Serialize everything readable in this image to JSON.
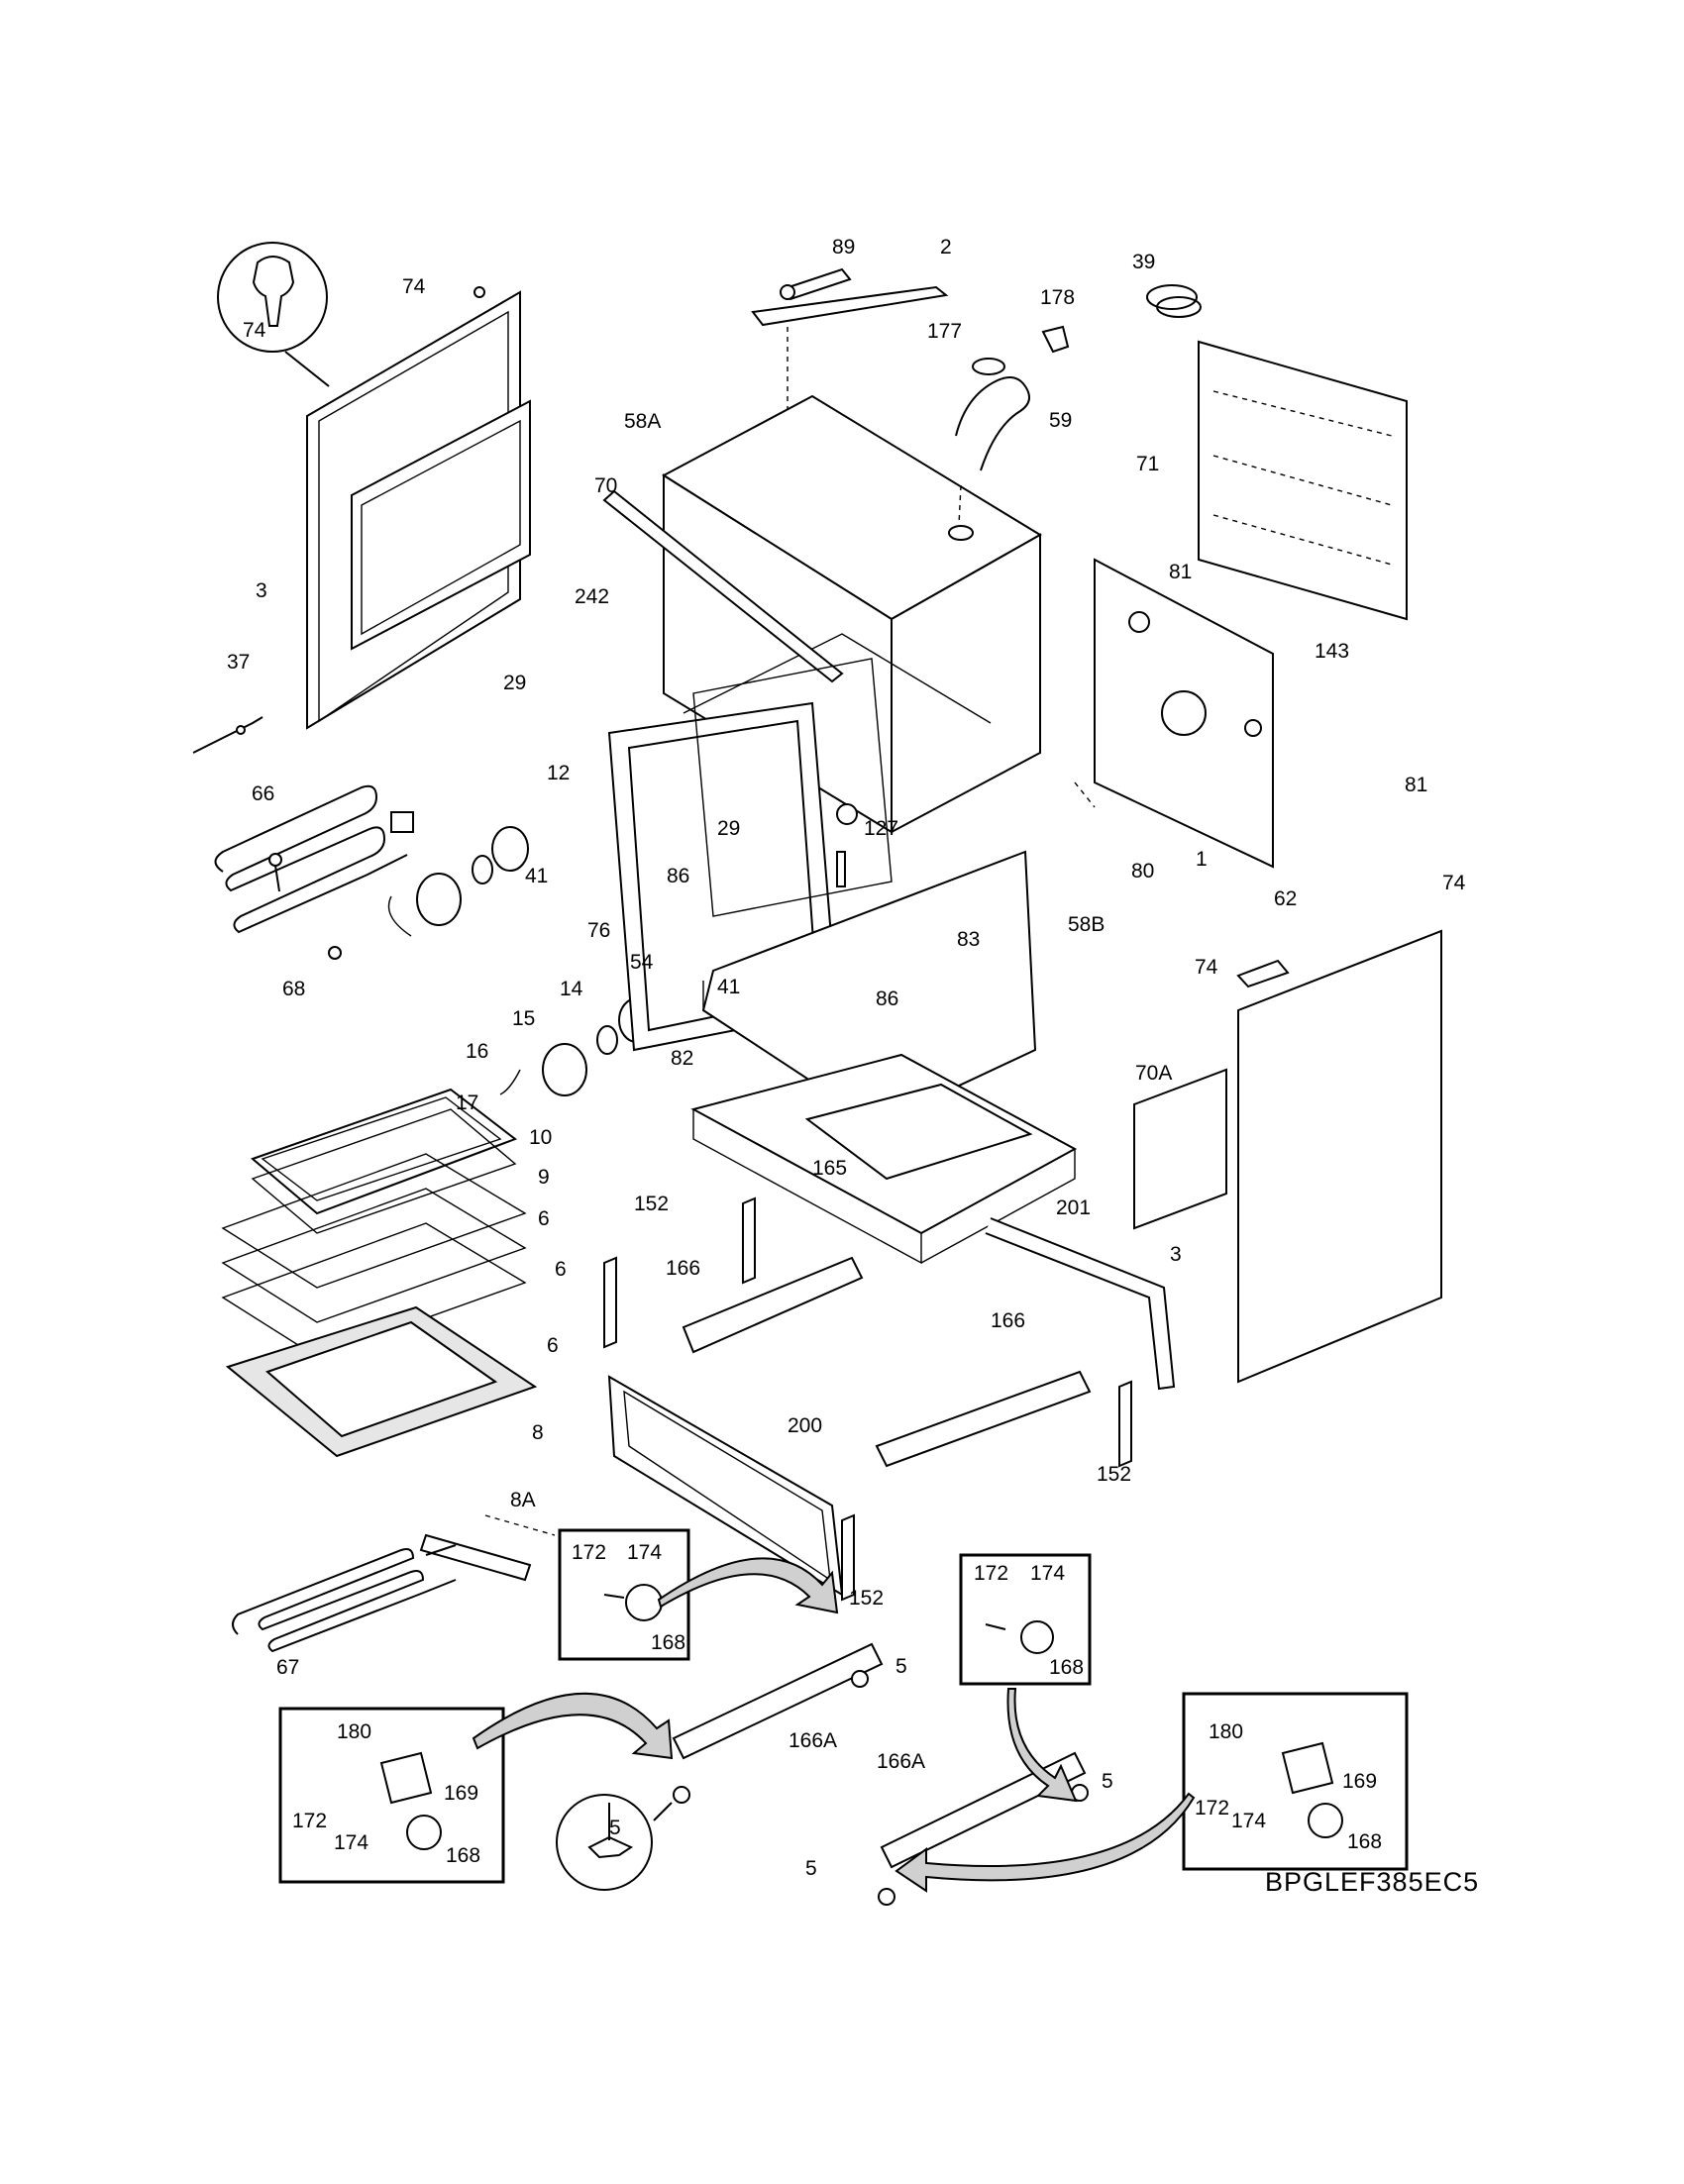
{
  "diagram": {
    "model_code": "BPGLEF385EC5",
    "callouts": [
      {
        "id": "c-89",
        "text": "89"
      },
      {
        "id": "c-2",
        "text": "2"
      },
      {
        "id": "c-39",
        "text": "39"
      },
      {
        "id": "c-178",
        "text": "178"
      },
      {
        "id": "c-177",
        "text": "177"
      },
      {
        "id": "c-59",
        "text": "59"
      },
      {
        "id": "c-74a",
        "text": "74"
      },
      {
        "id": "c-74b",
        "text": "74"
      },
      {
        "id": "c-70",
        "text": "70"
      },
      {
        "id": "c-58A",
        "text": "58A"
      },
      {
        "id": "c-71",
        "text": "71"
      },
      {
        "id": "c-3a",
        "text": "3"
      },
      {
        "id": "c-242",
        "text": "242"
      },
      {
        "id": "c-81a",
        "text": "81"
      },
      {
        "id": "c-143",
        "text": "143"
      },
      {
        "id": "c-37",
        "text": "37"
      },
      {
        "id": "c-29a",
        "text": "29"
      },
      {
        "id": "c-12",
        "text": "12"
      },
      {
        "id": "c-81b",
        "text": "81"
      },
      {
        "id": "c-66",
        "text": "66"
      },
      {
        "id": "c-29b",
        "text": "29"
      },
      {
        "id": "c-127",
        "text": "127"
      },
      {
        "id": "c-80",
        "text": "80"
      },
      {
        "id": "c-1",
        "text": "1"
      },
      {
        "id": "c-41a",
        "text": "41"
      },
      {
        "id": "c-86a",
        "text": "86"
      },
      {
        "id": "c-74c",
        "text": "74"
      },
      {
        "id": "c-62",
        "text": "62"
      },
      {
        "id": "c-76",
        "text": "76"
      },
      {
        "id": "c-54",
        "text": "54"
      },
      {
        "id": "c-83",
        "text": "83"
      },
      {
        "id": "c-58B",
        "text": "58B"
      },
      {
        "id": "c-74d",
        "text": "74"
      },
      {
        "id": "c-68",
        "text": "68"
      },
      {
        "id": "c-14",
        "text": "14"
      },
      {
        "id": "c-15",
        "text": "15"
      },
      {
        "id": "c-41b",
        "text": "41"
      },
      {
        "id": "c-86b",
        "text": "86"
      },
      {
        "id": "c-16",
        "text": "16"
      },
      {
        "id": "c-17",
        "text": "17"
      },
      {
        "id": "c-82",
        "text": "82"
      },
      {
        "id": "c-70A",
        "text": "70A"
      },
      {
        "id": "c-10",
        "text": "10"
      },
      {
        "id": "c-165",
        "text": "165"
      },
      {
        "id": "c-9",
        "text": "9"
      },
      {
        "id": "c-6a",
        "text": "6"
      },
      {
        "id": "c-152a",
        "text": "152"
      },
      {
        "id": "c-201",
        "text": "201"
      },
      {
        "id": "c-3b",
        "text": "3"
      },
      {
        "id": "c-6b",
        "text": "6"
      },
      {
        "id": "c-166a",
        "text": "166"
      },
      {
        "id": "c-6c",
        "text": "6"
      },
      {
        "id": "c-166b",
        "text": "166"
      },
      {
        "id": "c-200",
        "text": "200"
      },
      {
        "id": "c-8",
        "text": "8"
      },
      {
        "id": "c-152b",
        "text": "152"
      },
      {
        "id": "c-8A",
        "text": "8A"
      },
      {
        "id": "c-172a",
        "text": "172"
      },
      {
        "id": "c-174a",
        "text": "174"
      },
      {
        "id": "c-152c",
        "text": "152"
      },
      {
        "id": "c-172b",
        "text": "172"
      },
      {
        "id": "c-174b",
        "text": "174"
      },
      {
        "id": "c-168a",
        "text": "168"
      },
      {
        "id": "c-67",
        "text": "67"
      },
      {
        "id": "c-5a",
        "text": "5"
      },
      {
        "id": "c-168b",
        "text": "168"
      },
      {
        "id": "c-166Aa",
        "text": "166A"
      },
      {
        "id": "c-180a",
        "text": "180"
      },
      {
        "id": "c-180b",
        "text": "180"
      },
      {
        "id": "c-166Ab",
        "text": "166A"
      },
      {
        "id": "c-5b",
        "text": "5"
      },
      {
        "id": "c-169a",
        "text": "169"
      },
      {
        "id": "c-169b",
        "text": "169"
      },
      {
        "id": "c-172c",
        "text": "172"
      },
      {
        "id": "c-172d",
        "text": "172"
      },
      {
        "id": "c-174c",
        "text": "174"
      },
      {
        "id": "c-174d",
        "text": "174"
      },
      {
        "id": "c-5c",
        "text": "5"
      },
      {
        "id": "c-168c",
        "text": "168"
      },
      {
        "id": "c-168d",
        "text": "168"
      },
      {
        "id": "c-5d",
        "text": "5"
      }
    ]
  }
}
